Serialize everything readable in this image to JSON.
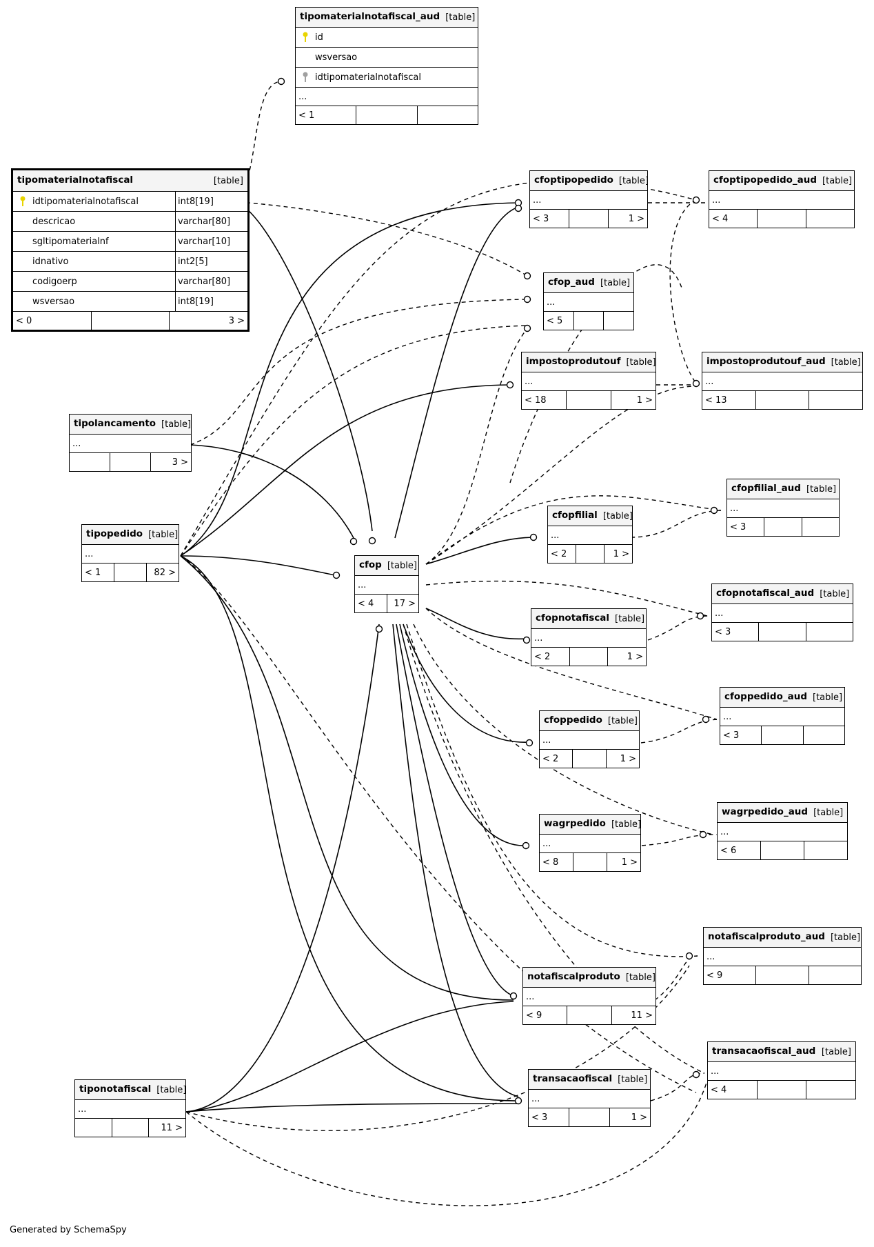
{
  "tables": {
    "tipomaterialnotafiscal_aud": {
      "name": "tipomaterialnotafiscal_aud",
      "type": "[table]",
      "columns": [
        {
          "name": "id",
          "key": "primary-key-icon"
        },
        {
          "name": "wsversao"
        },
        {
          "name": "idtipomaterialnotafiscal",
          "key": "foreign-key-icon"
        }
      ],
      "ellipsis": "...",
      "footer": [
        "< 1",
        "",
        ""
      ]
    },
    "tipomaterialnotafiscal": {
      "name": "tipomaterialnotafiscal",
      "type": "[table]",
      "columns": [
        {
          "name": "idtipomaterialnotafiscal",
          "datatype": "int8[19]",
          "key": "primary-key-icon"
        },
        {
          "name": "descricao",
          "datatype": "varchar[80]"
        },
        {
          "name": "sgltipomaterialnf",
          "datatype": "varchar[10]"
        },
        {
          "name": "idnativo",
          "datatype": "int2[5]"
        },
        {
          "name": "codigoerp",
          "datatype": "varchar[80]"
        },
        {
          "name": "wsversao",
          "datatype": "int8[19]"
        }
      ],
      "footer": [
        "< 0",
        "",
        "3 >"
      ]
    },
    "cfoptipopedido": {
      "name": "cfoptipopedido",
      "type": "[table]",
      "ellipsis": "...",
      "footer": [
        "< 3",
        "",
        "1 >"
      ]
    },
    "cfoptipopedido_aud": {
      "name": "cfoptipopedido_aud",
      "type": "[table]",
      "ellipsis": "...",
      "footer": [
        "< 4",
        "",
        ""
      ]
    },
    "cfop_aud": {
      "name": "cfop_aud",
      "type": "[table]",
      "ellipsis": "...",
      "footer": [
        "< 5",
        "",
        ""
      ]
    },
    "impostoprodutouf": {
      "name": "impostoprodutouf",
      "type": "[table]",
      "ellipsis": "...",
      "footer": [
        "< 18",
        "",
        "1 >"
      ]
    },
    "impostoprodutouf_aud": {
      "name": "impostoprodutouf_aud",
      "type": "[table]",
      "ellipsis": "...",
      "footer": [
        "< 13",
        "",
        ""
      ]
    },
    "tipolancamento": {
      "name": "tipolancamento",
      "type": "[table]",
      "ellipsis": "...",
      "footer": [
        "",
        "",
        "3 >"
      ]
    },
    "cfopfilial_aud": {
      "name": "cfopfilial_aud",
      "type": "[table]",
      "ellipsis": "...",
      "footer": [
        "< 3",
        "",
        ""
      ]
    },
    "cfopfilial": {
      "name": "cfopfilial",
      "type": "[table]",
      "ellipsis": "...",
      "footer": [
        "< 2",
        "",
        "1 >"
      ]
    },
    "tipopedido": {
      "name": "tipopedido",
      "type": "[table]",
      "ellipsis": "...",
      "footer": [
        "< 1",
        "",
        "82 >"
      ]
    },
    "cfop": {
      "name": "cfop",
      "type": "[table]",
      "ellipsis": "...",
      "footer": [
        "< 4",
        "17 >"
      ]
    },
    "cfopnotafiscal_aud": {
      "name": "cfopnotafiscal_aud",
      "type": "[table]",
      "ellipsis": "...",
      "footer": [
        "< 3",
        "",
        ""
      ]
    },
    "cfopnotafiscal": {
      "name": "cfopnotafiscal",
      "type": "[table]",
      "ellipsis": "...",
      "footer": [
        "< 2",
        "",
        "1 >"
      ]
    },
    "cfoppedido_aud": {
      "name": "cfoppedido_aud",
      "type": "[table]",
      "ellipsis": "...",
      "footer": [
        "< 3",
        "",
        ""
      ]
    },
    "cfoppedido": {
      "name": "cfoppedido",
      "type": "[table]",
      "ellipsis": "...",
      "footer": [
        "< 2",
        "",
        "1 >"
      ]
    },
    "wagrpedido_aud": {
      "name": "wagrpedido_aud",
      "type": "[table]",
      "ellipsis": "...",
      "footer": [
        "< 6",
        "",
        ""
      ]
    },
    "wagrpedido": {
      "name": "wagrpedido",
      "type": "[table]",
      "ellipsis": "...",
      "footer": [
        "< 8",
        "",
        "1 >"
      ]
    },
    "notafiscalproduto_aud": {
      "name": "notafiscalproduto_aud",
      "type": "[table]",
      "ellipsis": "...",
      "footer": [
        "< 9",
        "",
        ""
      ]
    },
    "notafiscalproduto": {
      "name": "notafiscalproduto",
      "type": "[table]",
      "ellipsis": "...",
      "footer": [
        "< 9",
        "",
        "11 >"
      ]
    },
    "transacaofiscal_aud": {
      "name": "transacaofiscal_aud",
      "type": "[table]",
      "ellipsis": "...",
      "footer": [
        "< 4",
        "",
        ""
      ]
    },
    "transacaofiscal": {
      "name": "transacaofiscal",
      "type": "[table]",
      "ellipsis": "...",
      "footer": [
        "< 3",
        "",
        "1 >"
      ]
    },
    "tiponotafiscal": {
      "name": "tiponotafiscal",
      "type": "[table]",
      "ellipsis": "...",
      "footer": [
        "",
        "",
        "11 >"
      ]
    }
  },
  "footnote": "Generated by SchemaSpy",
  "colors": {
    "primary_key": "#e8d400",
    "foreign_key": "#a0a0a0",
    "header_bg": "#f4f4f4"
  }
}
